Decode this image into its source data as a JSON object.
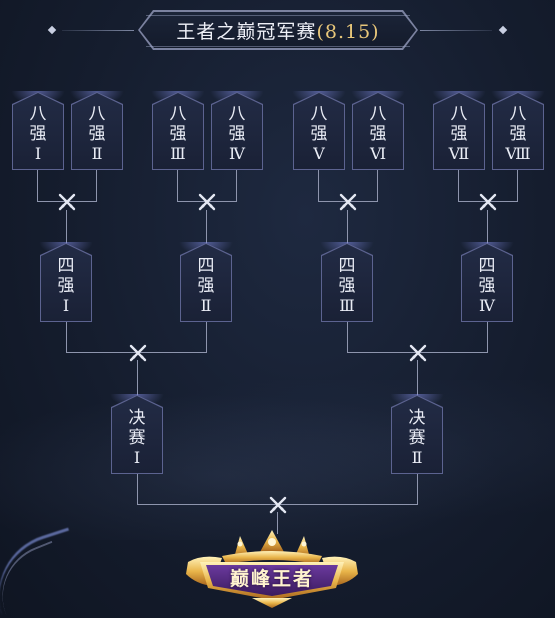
{
  "header": {
    "title": "王者之巅冠军赛",
    "date": "(8.15)"
  },
  "round_of_8": {
    "prefix_1": "八",
    "prefix_2": "强",
    "numerals": [
      "Ⅰ",
      "Ⅱ",
      "Ⅲ",
      "Ⅳ",
      "Ⅴ",
      "Ⅵ",
      "Ⅶ",
      "Ⅷ"
    ]
  },
  "round_of_4": {
    "prefix_1": "四",
    "prefix_2": "强",
    "numerals": [
      "Ⅰ",
      "Ⅱ",
      "Ⅲ",
      "Ⅳ"
    ]
  },
  "finals": {
    "prefix_1": "决",
    "prefix_2": "赛",
    "numerals": [
      "Ⅰ",
      "Ⅱ"
    ]
  },
  "champion": {
    "label": "巅峰王者"
  },
  "icons": {
    "versus": "crossed-swords-icon",
    "trophy": "champion-crown-icon",
    "ornament": "diamond-icon"
  },
  "colors": {
    "accent_gold": "#e8c77a",
    "card_border": "#5c6390",
    "line": "#8e95ad",
    "trophy_purple": "#4a2470"
  }
}
